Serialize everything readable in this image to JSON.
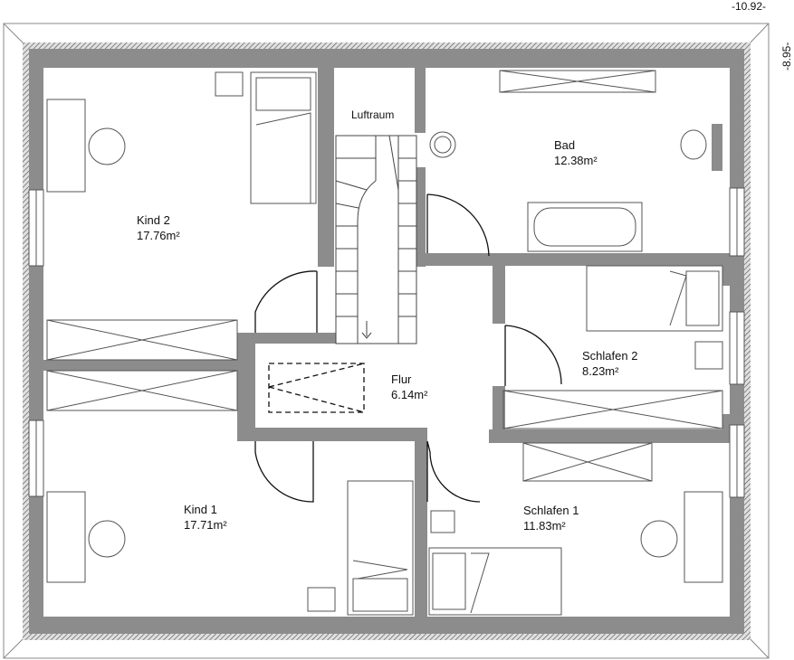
{
  "dimensions": {
    "width": "-10.92-",
    "depth": "-8.95-"
  },
  "rooms": [
    {
      "name": "Kind 2",
      "area": "17.76m²"
    },
    {
      "name": "Luftraum",
      "area": ""
    },
    {
      "name": "Bad",
      "area": "12.38m²"
    },
    {
      "name": "Schlafen 2",
      "area": "8.23m²"
    },
    {
      "name": "Flur",
      "area": "6.14m²"
    },
    {
      "name": "Kind 1",
      "area": "17.71m²"
    },
    {
      "name": "Schlafen 1",
      "area": "11.83m²"
    }
  ],
  "colors": {
    "wall": "#8c8c8c",
    "hatch": "#666666",
    "line": "#333333",
    "background": "#ffffff"
  }
}
